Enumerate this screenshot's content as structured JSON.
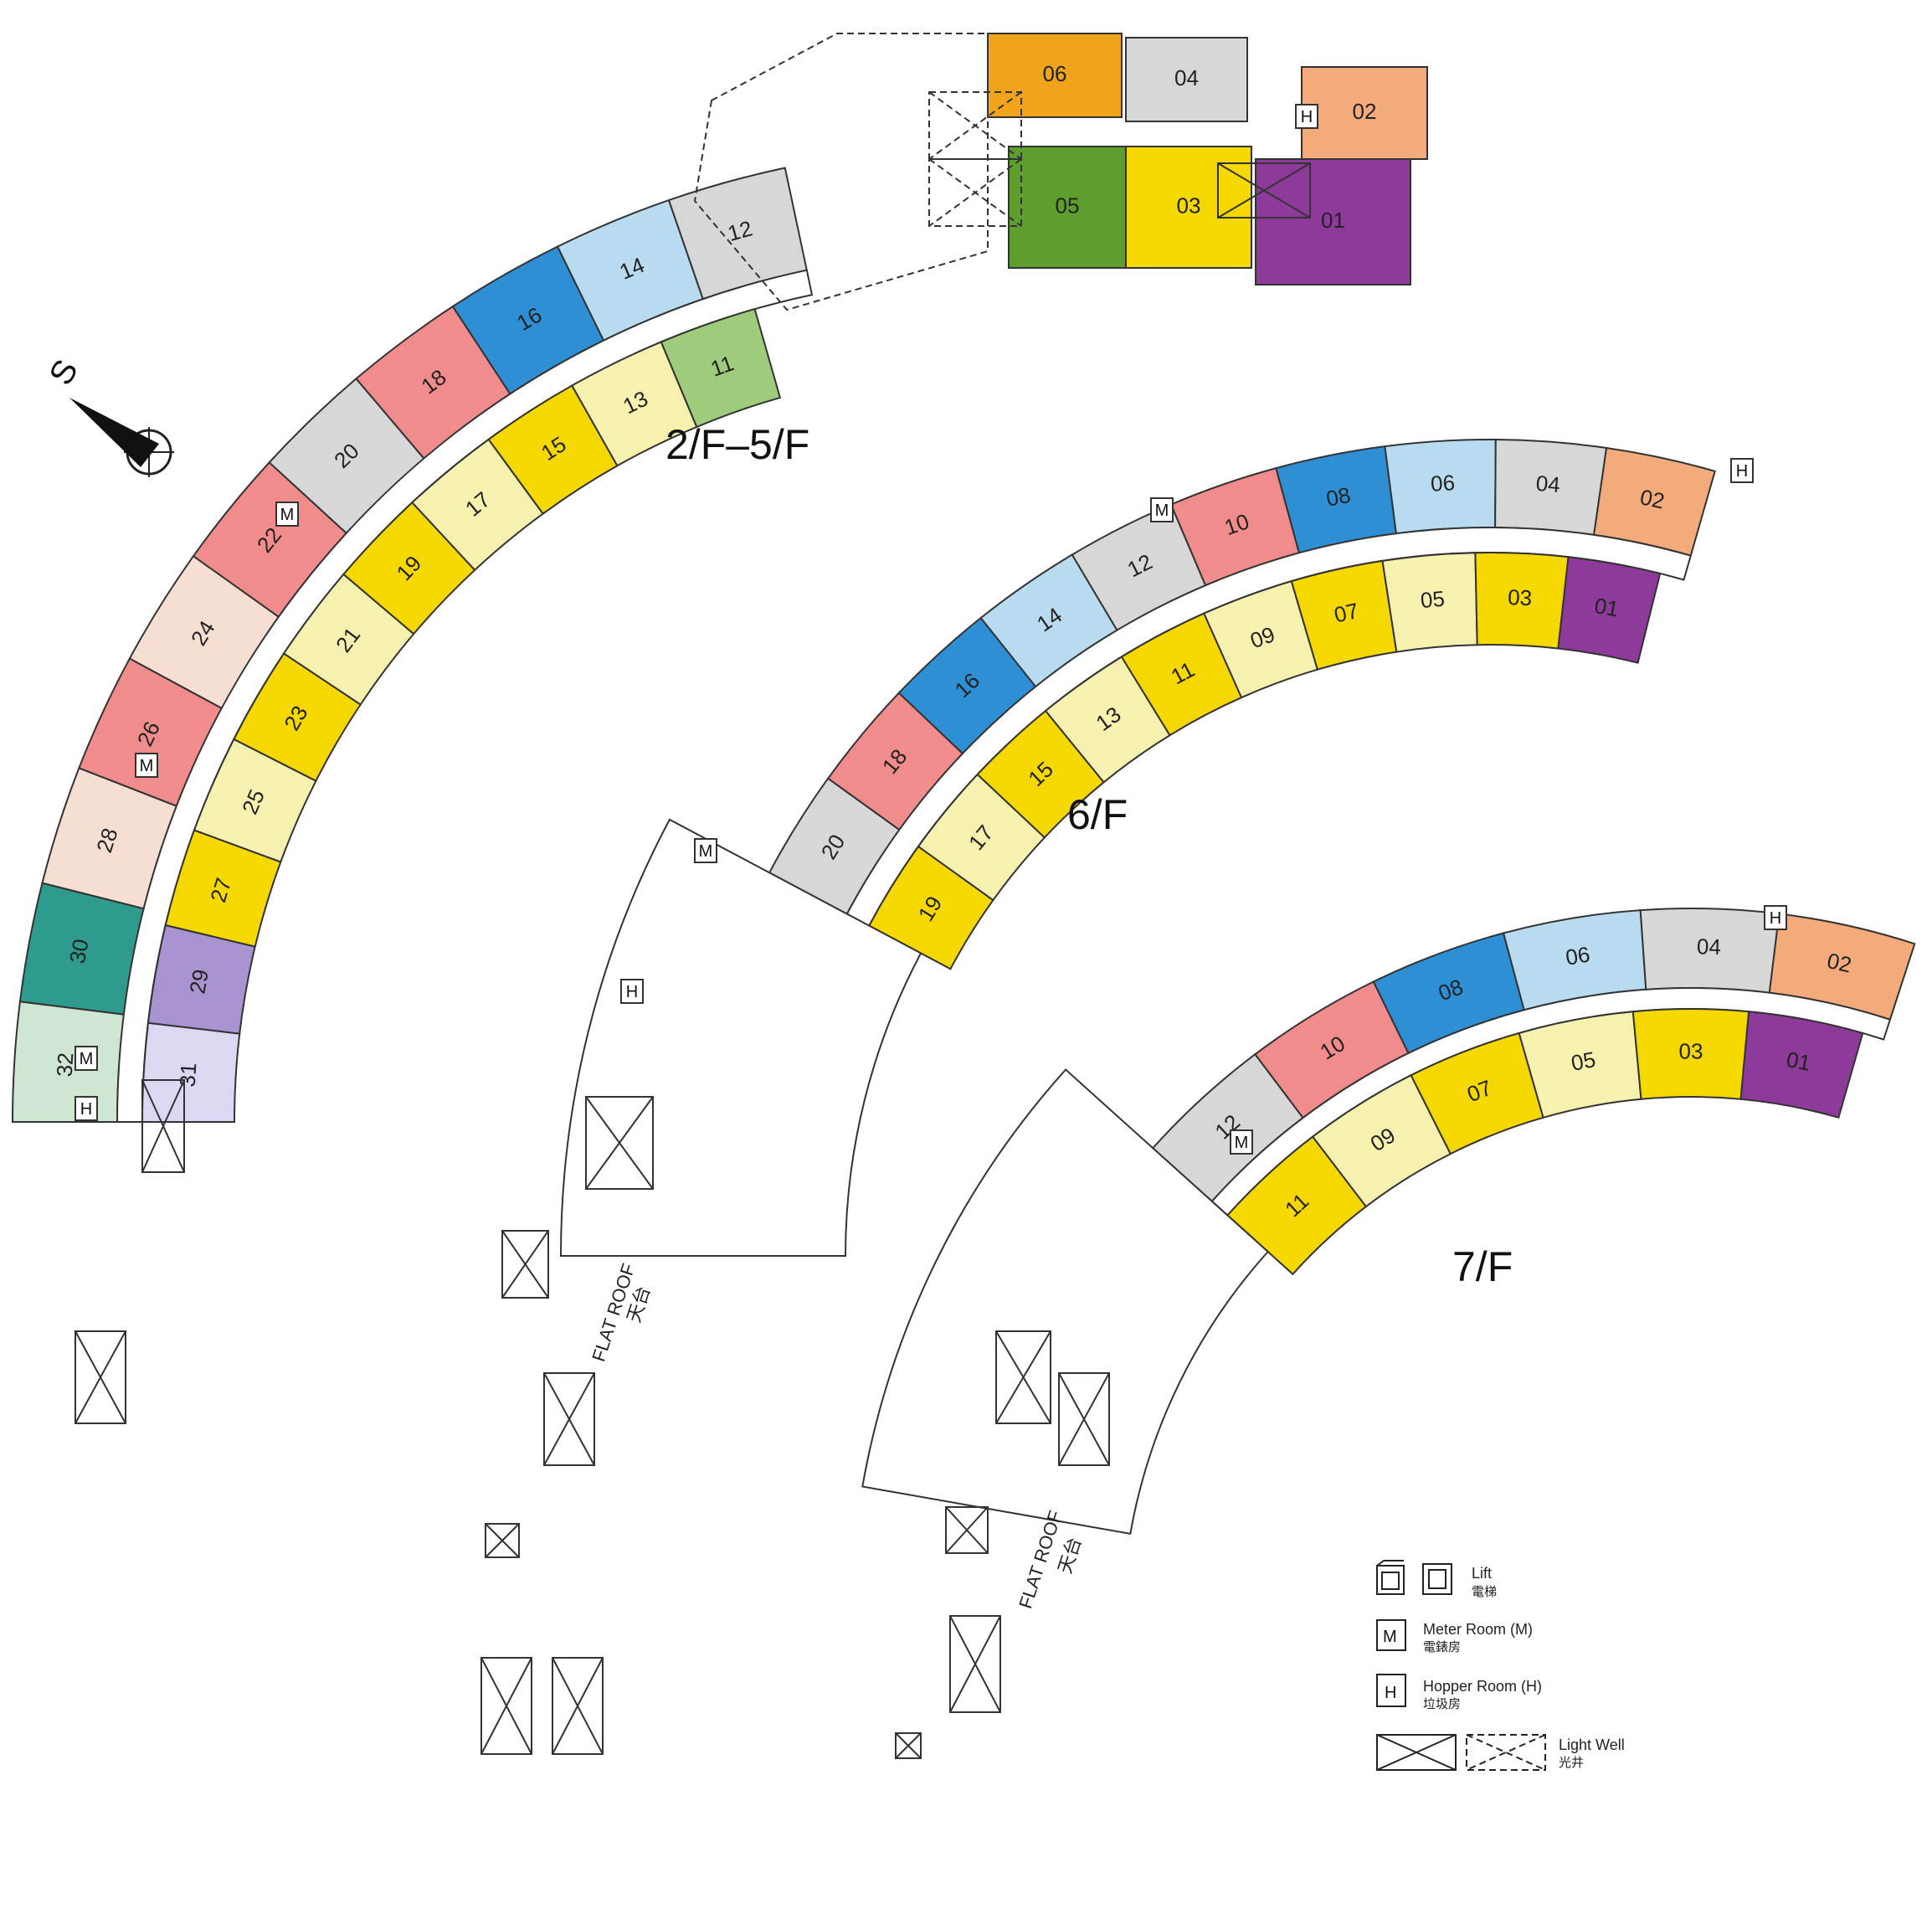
{
  "colors": {
    "01": "#8e3a9a",
    "02": "#f3ab7c",
    "03": "#f5d800",
    "04": "#d7d7d7",
    "05": "#f7f1b0",
    "05_top": "#5e9e2e",
    "06": "#b8dbef",
    "06_top": "#f0a41c",
    "07": "#f5d800",
    "08": "#2e8fd4",
    "09": "#f7f1b0",
    "10": "#f08c8c",
    "11": "#f5d800",
    "11_top": "#9ecb7c",
    "12": "#d7d7d7",
    "13": "#f7f1b0",
    "14": "#b8dbef",
    "15": "#f5d800",
    "16": "#2e8fd4",
    "17": "#f7f1b0",
    "18": "#f08c8c",
    "19": "#f5d800",
    "20": "#d7d7d7",
    "21": "#f7f1b0",
    "22": "#f08c8c",
    "23": "#f5d800",
    "24": "#f6ded2",
    "25": "#f7f1b0",
    "26": "#f08c8c",
    "27": "#f5d800",
    "28": "#f6ded2",
    "29": "#a894d0",
    "30": "#2e9b8e",
    "31": "#dcd7f2",
    "32": "#cfe7d2"
  },
  "floors": {
    "f25": {
      "label": "2/F–5/F",
      "units_outer": [
        "01",
        "02",
        "04",
        "06",
        "12",
        "14",
        "16",
        "18",
        "20",
        "22",
        "24",
        "26",
        "28",
        "30",
        "32"
      ],
      "units_inner": [
        "03",
        "05",
        "11",
        "13",
        "15",
        "17",
        "19",
        "21",
        "23",
        "25",
        "27",
        "29",
        "31"
      ]
    },
    "f6": {
      "label": "6/F",
      "units_outer": [
        "02",
        "04",
        "06",
        "08",
        "10",
        "12",
        "14",
        "16",
        "18",
        "20"
      ],
      "units_inner": [
        "01",
        "03",
        "05",
        "07",
        "09",
        "11",
        "13",
        "15",
        "17",
        "19"
      ],
      "roof_en": "FLAT ROOF",
      "roof_zh": "天台"
    },
    "f7": {
      "label": "7/F",
      "units_outer": [
        "02",
        "04",
        "06",
        "08",
        "10",
        "12"
      ],
      "units_inner": [
        "01",
        "03",
        "05",
        "07",
        "09",
        "11"
      ],
      "roof_en": "FLAT ROOF",
      "roof_zh": "天台"
    }
  },
  "room_letters": {
    "meter": "M",
    "hopper": "H"
  },
  "compass": {
    "label": "S"
  },
  "legend": {
    "lift_en": "Lift",
    "lift_zh": "電梯",
    "meter_en": "Meter Room (M)",
    "meter_zh": "電錶房",
    "hopper_en": "Hopper Room (H)",
    "hopper_zh": "垃圾房",
    "lightwell_en": "Light Well",
    "lightwell_zh": "光井"
  }
}
